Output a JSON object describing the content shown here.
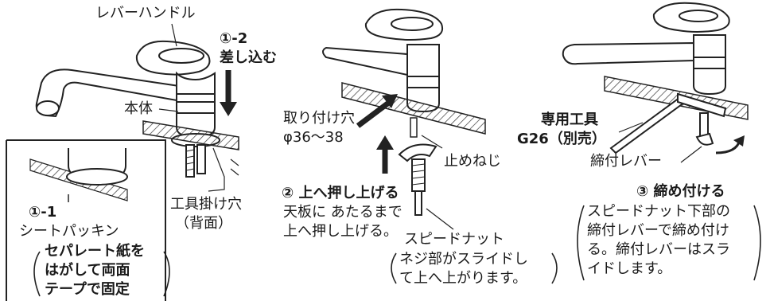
{
  "step1": {
    "lever_handle_label": "レバーハンドル",
    "body_label": "本体",
    "insert_step_number": "①-2",
    "insert_step_text": "差し込む",
    "tool_hole_label": "工具掛け穴",
    "tool_hole_note": "（背面）",
    "gasket_step_number": "①-1",
    "gasket_label": "シートパッキン",
    "gasket_note": [
      "セパレート紙を",
      "はがして両面",
      "テープで固定"
    ]
  },
  "step2": {
    "mount_hole_label": "取り付け穴",
    "mount_hole_size": "φ36～38",
    "set_screw_label": "止めねじ",
    "push_up_title": "② 上へ押し上げる",
    "push_up_desc": [
      "天板に あたるまで",
      "上へ押し上げる。"
    ],
    "speed_nut_label": "スピードナット",
    "speed_nut_note": [
      "ネジ部がスライドし",
      "て上へ上がります。"
    ]
  },
  "step3": {
    "special_tool_label": "専用工具",
    "special_tool_code": "G26（別売）",
    "tighten_lever_label": "締付レバー",
    "tighten_title": "③ 締め付ける",
    "tighten_desc": [
      "スピードナット下部の",
      "締付レバーで締め付け",
      "る。締付レバーはスラ",
      "イドします。"
    ]
  }
}
